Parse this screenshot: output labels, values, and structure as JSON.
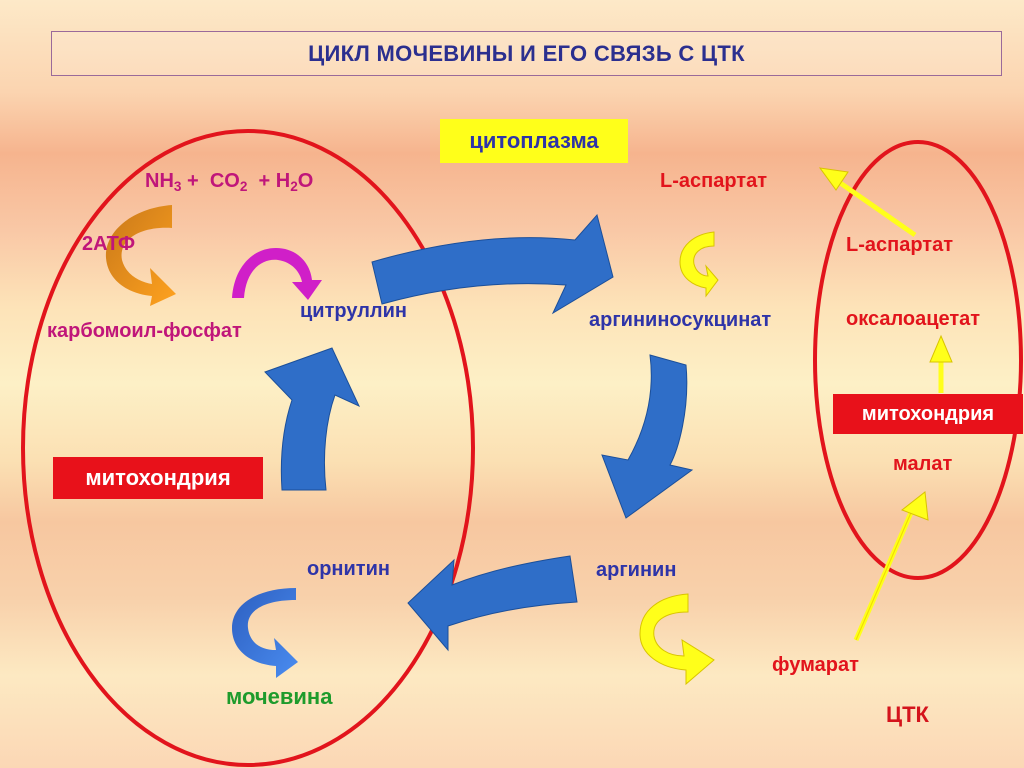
{
  "title": "ЦИКЛ МОЧЕВИНЫ И ЕГО СВЯЗЬ С ЦТК",
  "compartments": {
    "cytoplasm": "цитоплазма",
    "mitochondria_left": "митохондрия",
    "mitochondria_right": "митохондрия"
  },
  "substrates": {
    "nh3": "NH",
    "nh3_sub": "3",
    "plus1": "+",
    "co2": "CO",
    "co2_sub": "2",
    "plus2": "+",
    "h2o_a": "H",
    "h2o_sub": "2",
    "h2o_b": "O",
    "atp": "2АТФ"
  },
  "metabolites": {
    "carbamoyl_phosphate": "карбомоил-фосфат",
    "citrulline": "цитруллин",
    "l_aspartate_top": "L-аспартат",
    "argininosuccinate": "аргининосукцинат",
    "arginine": "аргинин",
    "ornithine": "орнитин",
    "urea": "мочевина",
    "fumarate": "фумарат",
    "l_aspartate_right": "L-аспартат",
    "oxaloacetate": "оксалоацетат",
    "malate": "малат",
    "tca": "ЦТК"
  },
  "colors": {
    "cycle_arrow": "#2f6ec8",
    "ellipse": "#e2141c",
    "yellow": "#ffff1a",
    "orange": "#ff9a1a",
    "magenta": "#d01fc8"
  }
}
